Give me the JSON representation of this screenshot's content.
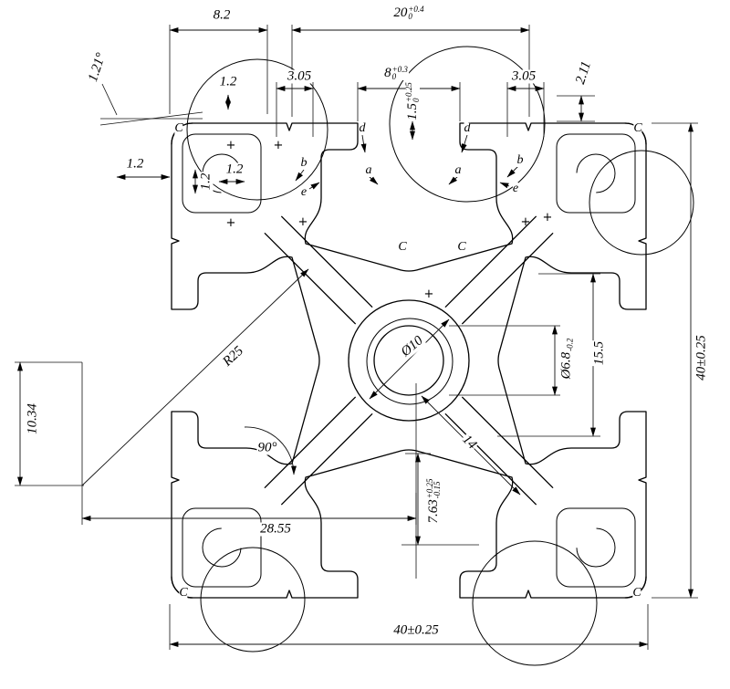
{
  "drawing": {
    "symbols": {
      "center_mark": "+",
      "surface_mark": "C"
    },
    "datums": {
      "a": "a",
      "b": "b",
      "d": "d",
      "e": "e"
    },
    "dims": {
      "w_8_2": "8.2",
      "w_20": {
        "v": "20",
        "sup": "+0.4",
        "sub": "0"
      },
      "ang_1_21": "1.21°",
      "w_3_05": "3.05",
      "w_8": {
        "v": "8",
        "sup": "+0.3",
        "sub": "0"
      },
      "h_2_11": "2.11",
      "t_1_2": "1.2",
      "t_1_5": {
        "v": "1.5",
        "sup": "+0.25",
        "sub": "0"
      },
      "r_25": "R25",
      "dia_10": "Ø10",
      "dia_6_8": {
        "v": "Ø6.8",
        "sub": "-0.2"
      },
      "h_15_5": "15.5",
      "h_40": "40±0.25",
      "h_10_34": "10.34",
      "ang_90": "90°",
      "l_14": "14",
      "h_7_63": {
        "v": "7.63",
        "sup": "+0.25",
        "sub": "-0.15"
      },
      "w_28_55": "28.55",
      "w_40": "40±0.25"
    }
  }
}
